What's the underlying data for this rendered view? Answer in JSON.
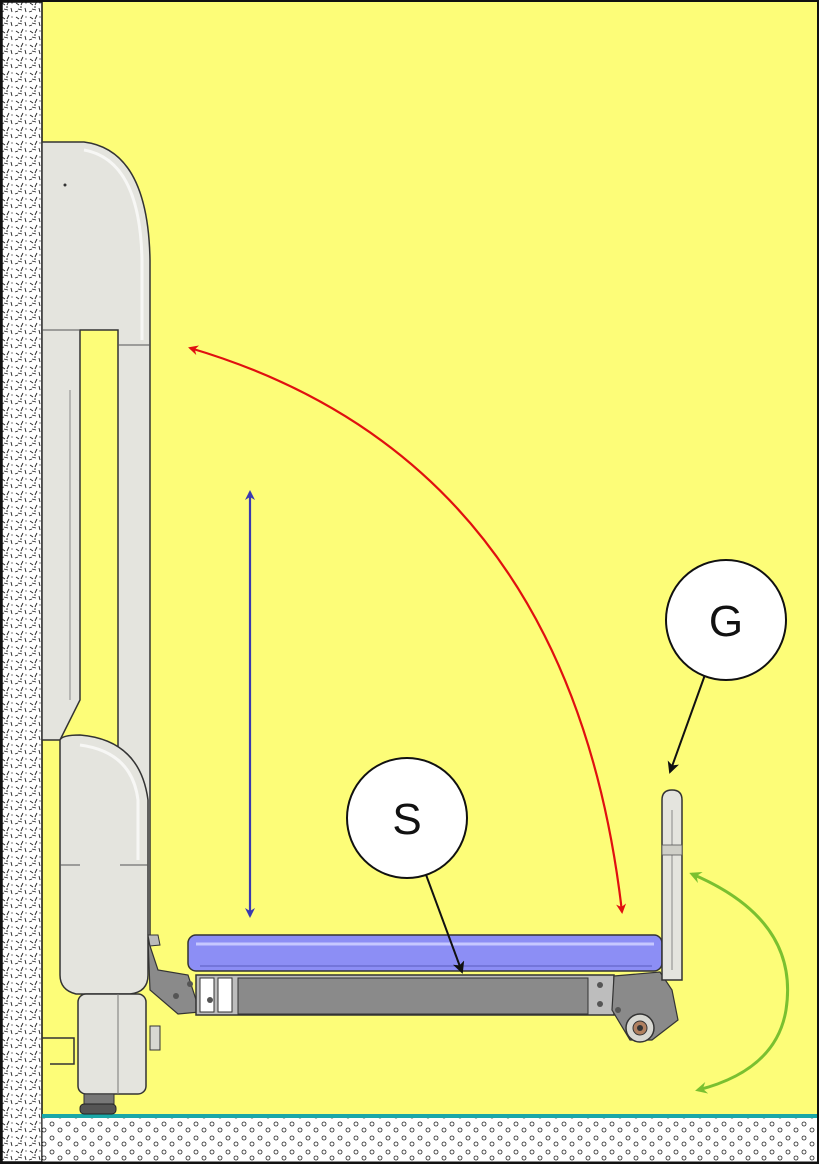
{
  "diagram": {
    "labels": {
      "seat": "S",
      "guard": "G"
    },
    "colors": {
      "background": "#fdfd78",
      "wall_fill": "#ffffff",
      "floor_line": "#1aa7a7",
      "fold_arrow": "#e01010",
      "height_arrow": "#3a3ab0",
      "guard_arrow": "#7ac030",
      "seat_pad": "#8c8ef5",
      "frame_light": "#e4e4de",
      "frame_dark": "#8a8a8a",
      "callout_fill": "#ffffff",
      "outline": "#111111"
    },
    "icons": [
      "wall-hatch",
      "floor-hatch",
      "callout-circle",
      "curved-arrow",
      "double-arrow"
    ]
  }
}
